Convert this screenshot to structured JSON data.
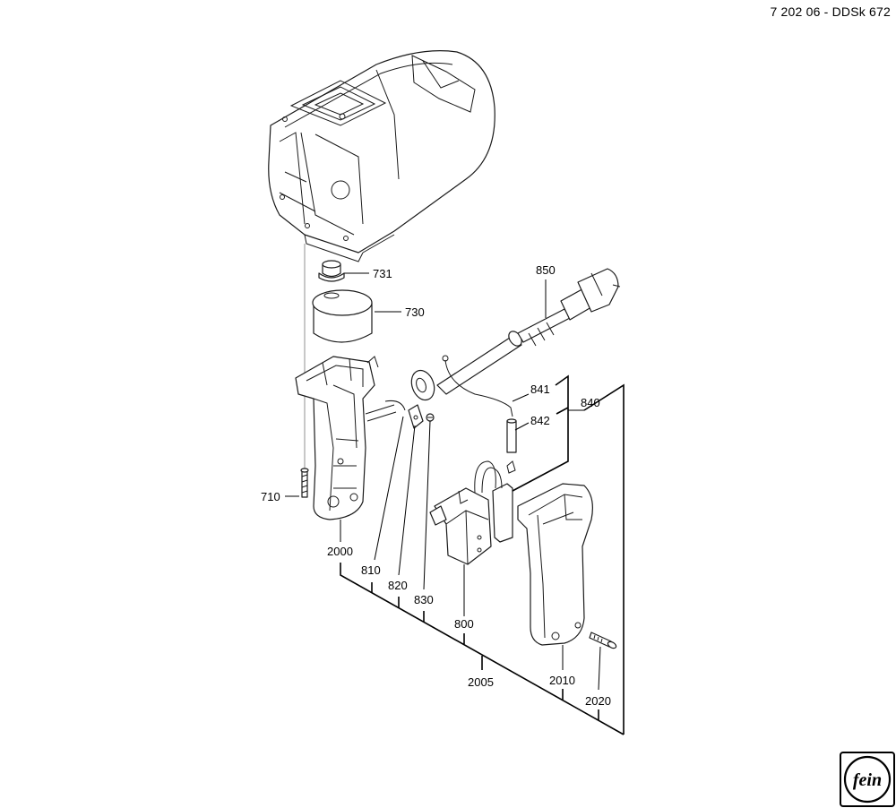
{
  "header": {
    "document_code": "7 202 06 - DDSk 672"
  },
  "brand": {
    "logo_text": "fein",
    "logo_icon": "fein-logo-icon"
  },
  "parts": [
    {
      "id": "p731",
      "label": "731"
    },
    {
      "id": "p730",
      "label": "730"
    },
    {
      "id": "p850",
      "label": "850"
    },
    {
      "id": "p841",
      "label": "841"
    },
    {
      "id": "p842",
      "label": "842"
    },
    {
      "id": "p840",
      "label": "840"
    },
    {
      "id": "p710",
      "label": "710"
    },
    {
      "id": "p2000",
      "label": "2000"
    },
    {
      "id": "p810",
      "label": "810"
    },
    {
      "id": "p820",
      "label": "820"
    },
    {
      "id": "p830",
      "label": "830"
    },
    {
      "id": "p800",
      "label": "800"
    },
    {
      "id": "p2005",
      "label": "2005"
    },
    {
      "id": "p2010",
      "label": "2010"
    },
    {
      "id": "p2020",
      "label": "2020"
    }
  ]
}
